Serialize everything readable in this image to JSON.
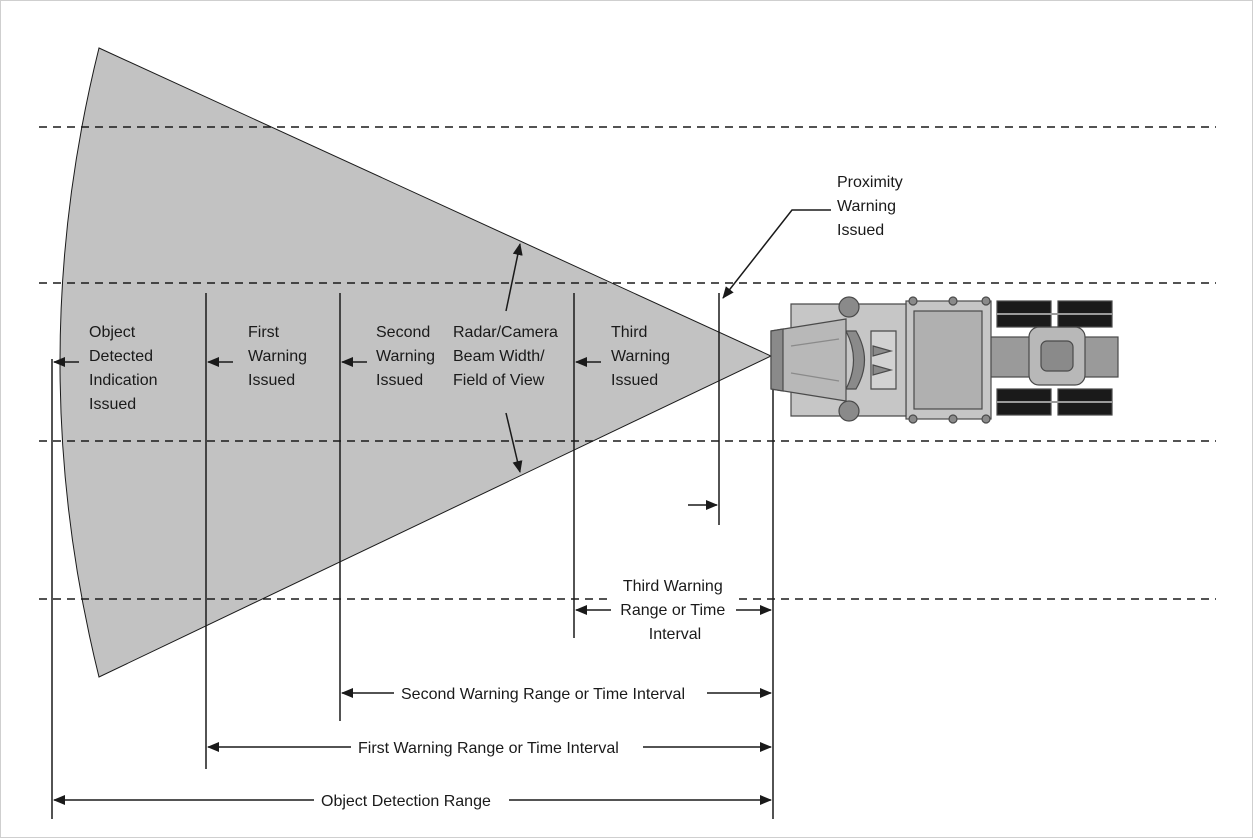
{
  "labels": {
    "object_detected": [
      "Object",
      "Detected",
      "Indication",
      "Issued"
    ],
    "first_warning": [
      "First",
      "Warning",
      "Issued"
    ],
    "second_warning": [
      "Second",
      "Warning",
      "Issued"
    ],
    "beam_width": [
      "Radar/Camera",
      "Beam Width/",
      "Field of View"
    ],
    "third_warning": [
      "Third",
      "Warning",
      "Issued"
    ],
    "proximity_warning": [
      "Proximity",
      "Warning",
      "Issued"
    ],
    "third_range": [
      "Third Warning",
      "Range or Time",
      "Interval"
    ],
    "second_range": "Second Warning Range or Time Interval",
    "first_range": "First Warning Range or Time Interval",
    "detection_range": "Object Detection Range"
  },
  "colors": {
    "beam_fill": "#c2c2c2",
    "line": "#1a1a1a",
    "vehicle_body": "#c6c6c6",
    "vehicle_dark": "#8a8a8a",
    "tire": "#1a1a1a"
  },
  "icons": {
    "vehicle": "haul-truck-top-view-icon"
  }
}
